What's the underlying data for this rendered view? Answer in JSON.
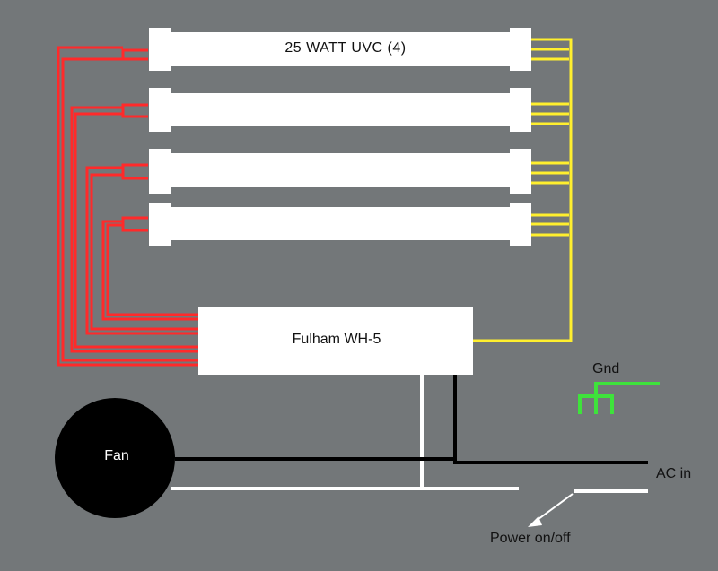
{
  "diagram": {
    "lamps_label": "25 WATT UVC (4)",
    "ballast_label": "Fulham WH-5",
    "fan_label": "Fan",
    "ground_label": "Gnd",
    "ac_label": "AC in",
    "power_label": "Power on/off"
  },
  "colors": {
    "background": "#737779",
    "red_wire": "#e02020",
    "yellow_wire": "#f2e21a",
    "green_wire": "#39e03a",
    "white": "#ffffff",
    "black": "#000000"
  }
}
